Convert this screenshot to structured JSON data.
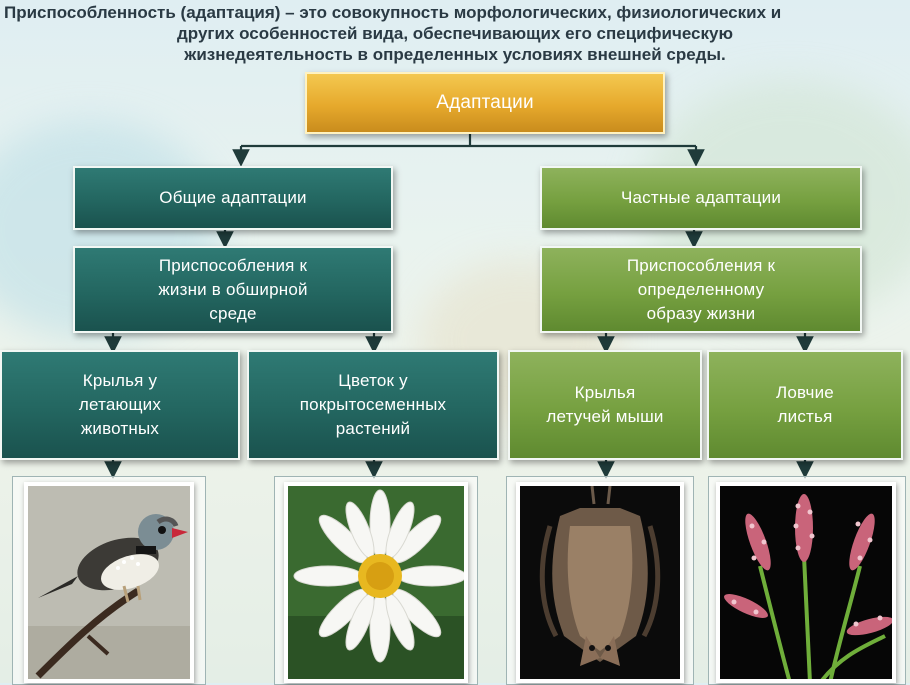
{
  "header": {
    "line1": "Приспособленность (адаптация) – это совокупность морфологических, физиологических и",
    "line2": "других особенностей вида, обеспечивающих его специфическую",
    "line3": "жизнедеятельность в определенных условиях внешней среды."
  },
  "diagram": {
    "root": "Адаптации",
    "general": {
      "title": "Общие адаптации",
      "sub": [
        "Приспособления к",
        "жизни в обширной",
        "среде"
      ],
      "examples": [
        {
          "lines": [
            "Крылья у",
            "летающих",
            "животных"
          ],
          "image": "bird-photo"
        },
        {
          "lines": [
            "Цветок у",
            "покрытосеменных",
            "растений"
          ],
          "image": "daisy-photo"
        }
      ]
    },
    "particular": {
      "title": "Частные адаптации",
      "sub": [
        "Приспособления к",
        "определенному",
        "образу жизни"
      ],
      "examples": [
        {
          "lines": [
            "Крылья",
            "летучей мыши"
          ],
          "image": "bat-photo"
        },
        {
          "lines": [
            "Ловчие",
            "листья"
          ],
          "image": "sundew-photo"
        }
      ]
    }
  },
  "colors": {
    "root": "#e6a92c",
    "teal": "#236660",
    "green": "#76a040",
    "connector": "#1f3b3a"
  }
}
